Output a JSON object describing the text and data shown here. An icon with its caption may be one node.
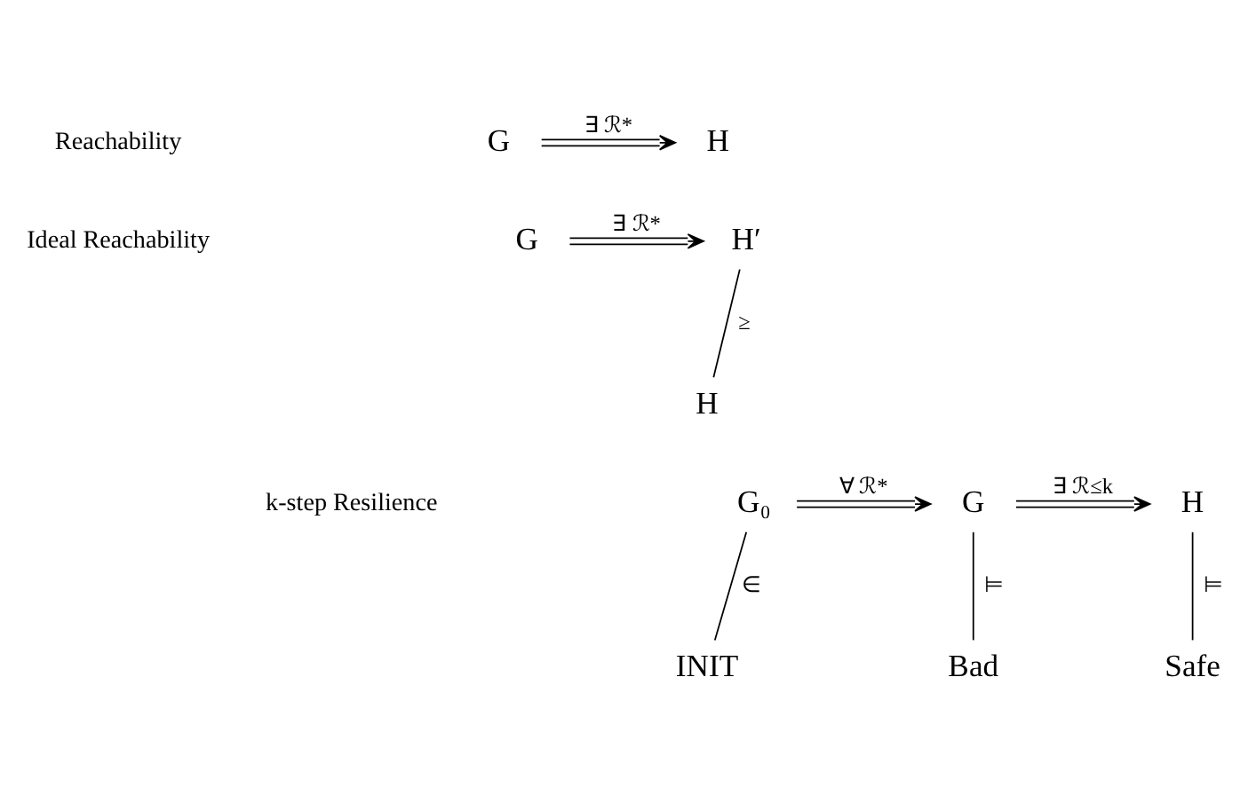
{
  "diagram": {
    "nodes": [
      {
        "text": [
          "G"
        ]
      },
      {
        "text": [
          "H"
        ]
      },
      {
        "text": [
          "G"
        ]
      },
      {
        "text": [
          "H′"
        ]
      },
      {
        "text": [
          "H"
        ]
      },
      {
        "text": [
          "G₀"
        ]
      },
      {
        "text": [
          "G"
        ]
      },
      {
        "text": [
          "H"
        ]
      },
      {
        "text": [
          "INIT"
        ]
      },
      {
        "text": [
          "Bad"
        ]
      },
      {
        "text": [
          "Safe"
        ]
      }
    ],
    "edges": [
      {
        "from": 0,
        "to": 1,
        "arrow": "to",
        "label": "∃ ℛ*"
      },
      {
        "from": 2,
        "to": 3,
        "arrow": "to",
        "label": "∃ ℛ*"
      },
      {
        "from": 3,
        "to": 4,
        "arrow": "none",
        "label": "≥"
      },
      {
        "from": 5,
        "to": 6,
        "arrow": "to",
        "label": "∀ ℛ*"
      },
      {
        "from": 6,
        "to": 7,
        "arrow": "to",
        "label": "∃ ℛ≤k"
      },
      {
        "from": 5,
        "to": 8,
        "arrow": "none",
        "label": "∈"
      },
      {
        "from": 6,
        "to": 9,
        "arrow": "none",
        "label": "⊨"
      },
      {
        "from": 7,
        "to": 10,
        "arrow": "none",
        "label": "⊨"
      }
    ],
    "labels": [
      "Reachability",
      "Ideal Reachability",
      "k-step Resilience"
    ]
  }
}
